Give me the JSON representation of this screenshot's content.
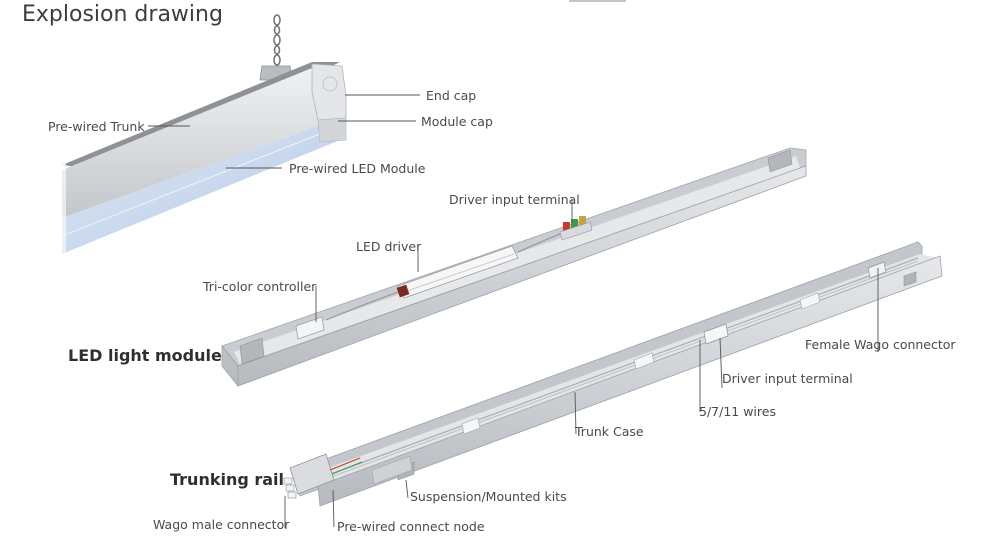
{
  "title": "Explosion drawing",
  "sections": {
    "module": "LED light module",
    "rail": "Trunking rail"
  },
  "labels": {
    "end_cap": "End cap",
    "module_cap": "Module cap",
    "trunk": "Pre-wired Trunk",
    "led_module": "Pre-wired LED Module",
    "driver_input_terminal_top": "Driver input terminal",
    "led_driver": "LED driver",
    "tri_color": "Tri-color  controller",
    "female_wago": "Female Wago connector",
    "driver_input_terminal_rail": "Driver input terminal",
    "wires": "5/7/11 wires",
    "trunk_case": "Trunk Case",
    "suspension": "Suspension/Mounted kits",
    "wago_male": "Wago  male connector",
    "connect_node": "Pre-wired connect node"
  },
  "colors": {
    "body_metal": "#d9dbde",
    "metal_dark": "#a7abb0",
    "metal_light": "#eeeff1",
    "diffuser": "#c9d9ee",
    "driver_red": "#c83a2a",
    "driver_green": "#3a9a4a",
    "leader_line": "#555555"
  }
}
